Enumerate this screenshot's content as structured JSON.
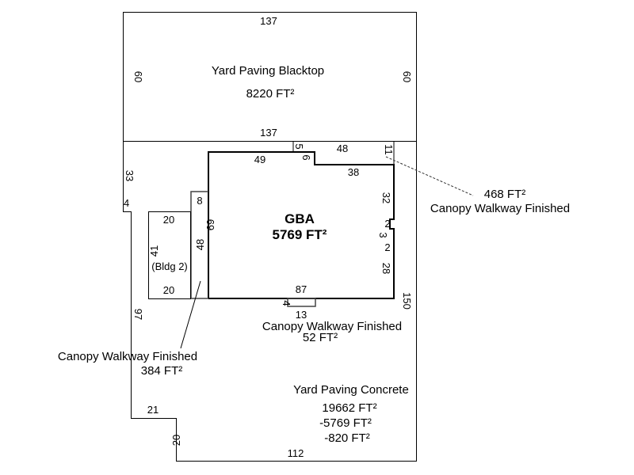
{
  "areas": {
    "blacktop": {
      "name": "Yard Paving Blacktop",
      "area": "8220 FT²"
    },
    "gba": {
      "name": "GBA",
      "area": "5769 FT²"
    },
    "canopy_ne": {
      "area": "468 FT²",
      "name": "Canopy Walkway Finished"
    },
    "canopy_s": {
      "name": "Canopy Walkway Finished",
      "area": "52 FT²"
    },
    "canopy_w": {
      "name": "Canopy Walkway Finished",
      "area": "384 FT²"
    },
    "concrete": {
      "name": "Yard Paving Concrete",
      "lines": [
        "19662 FT²",
        "-5769 FT²",
        "-820 FT²"
      ]
    },
    "bldg2": {
      "name": "(Bldg 2)"
    }
  },
  "dimensions": {
    "blacktop_top": "137",
    "blacktop_left": "60",
    "blacktop_right": "60",
    "blacktop_bottom": "137",
    "lot_left_upper": "33",
    "lot_notch": "4",
    "lot_left_lower": "97",
    "lot_step_h": "21",
    "lot_step_v": "20",
    "lot_bottom": "112",
    "lot_right": "150",
    "gba_top": "49",
    "gba_notch_v": "6",
    "gba_notch_top": "5",
    "canopy_top": "48",
    "canopy_right": "11",
    "gba_top_right": "38",
    "gba_right_upper": "32",
    "gba_jog_a": "2",
    "gba_jog": "3",
    "gba_jog_b": "2",
    "gba_right_lower": "28",
    "gba_bottom": "87",
    "gba_left": "69",
    "canopy_s_w": "13",
    "canopy_s_d": "4",
    "canopy_w_top": "8",
    "canopy_w_side": "48",
    "bldg2_top": "20",
    "bldg2_side": "41",
    "bldg2_bottom": "20"
  }
}
